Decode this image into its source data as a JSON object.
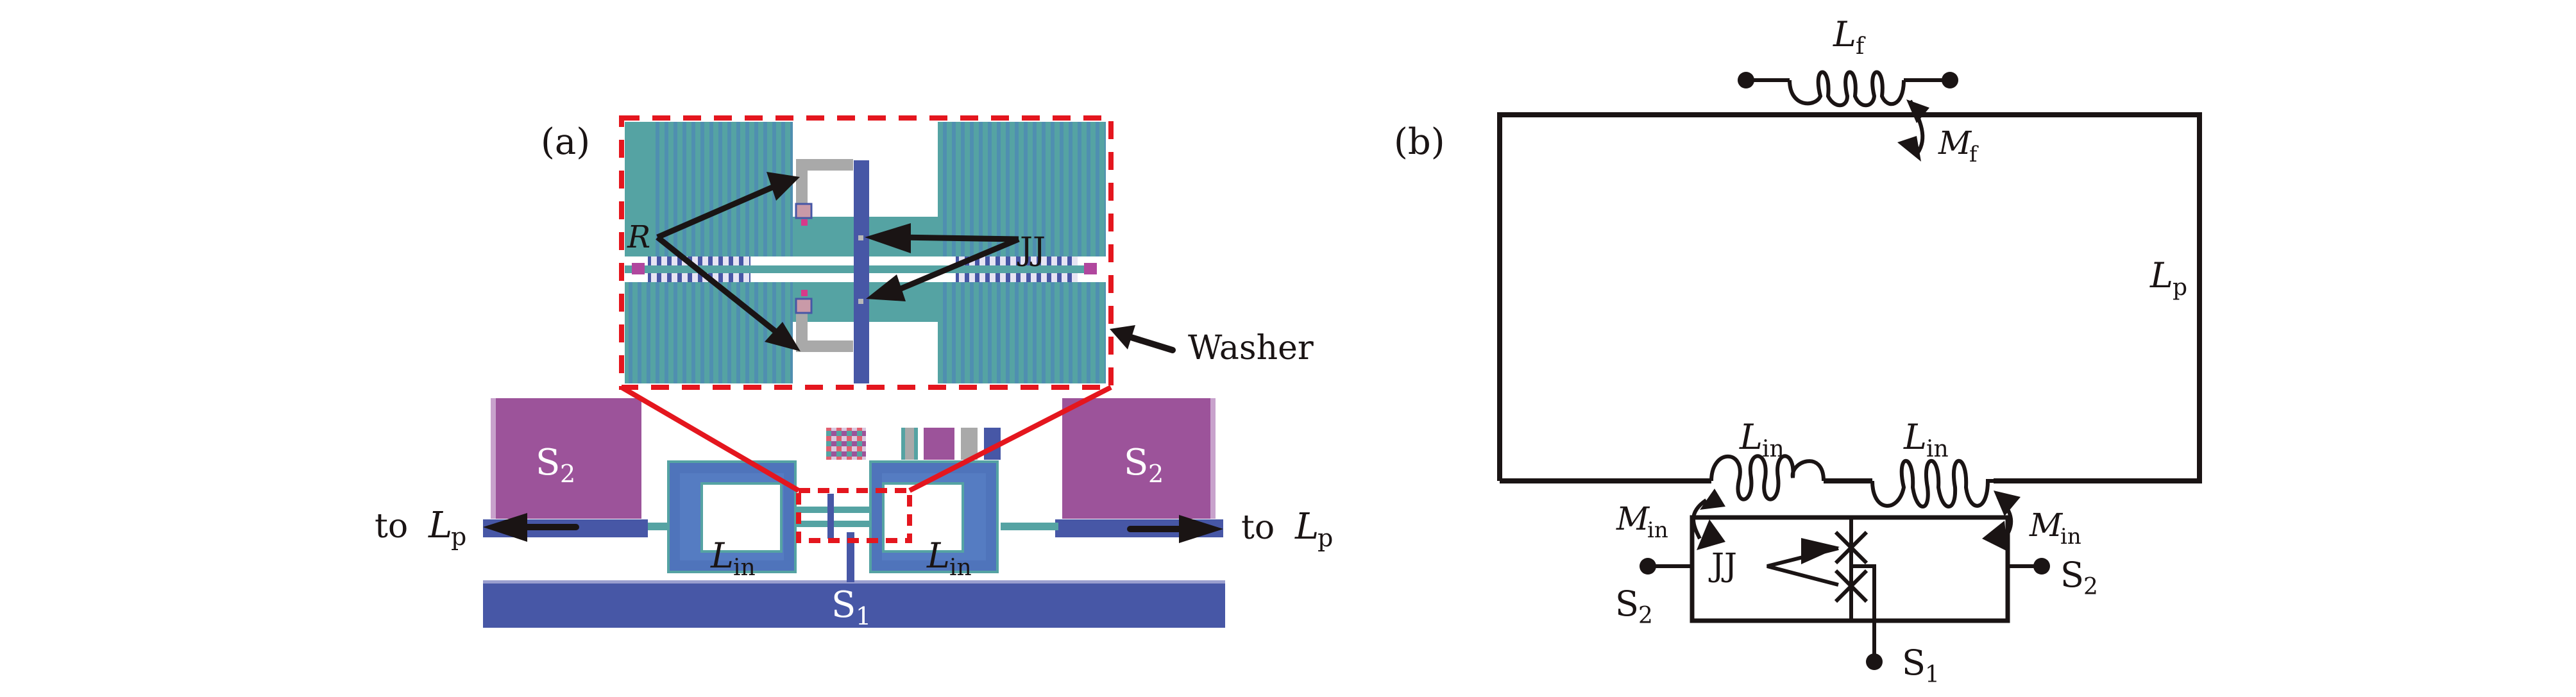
{
  "figure": {
    "panels": [
      {
        "id": "a",
        "panel_label": "(a)",
        "description": "SQUID layout with zoomed inset of junction region",
        "inset_labels": {
          "resistor": "R",
          "junction": "JJ",
          "washer": "Washer"
        },
        "pads": {
          "s2_left": {
            "main": "S",
            "sub": "2"
          },
          "s2_right": {
            "main": "S",
            "sub": "2"
          },
          "s1": {
            "main": "S",
            "sub": "1"
          }
        },
        "coils": {
          "left": {
            "main": "L",
            "sub": "in"
          },
          "right": {
            "main": "L",
            "sub": "in"
          }
        },
        "arrows": {
          "left": {
            "prefix": "to ",
            "main": "L",
            "sub": "p"
          },
          "right": {
            "prefix": "to ",
            "main": "L",
            "sub": "p"
          }
        },
        "colors": {
          "washer_teal": "#55a3a3",
          "washer_stripe": "#4f8fb0",
          "trace_blue": "#4757a6",
          "coil_blue": "#4f74bb",
          "pad_purple": "#9c539a",
          "resistor_gray": "#a9a9a9",
          "highlight_red": "#e4161e"
        }
      },
      {
        "id": "b",
        "panel_label": "(b)",
        "description": "Equivalent circuit",
        "labels": {
          "feedback_inductor": {
            "main": "L",
            "sub": "f"
          },
          "feedback_mutual": {
            "main": "M",
            "sub": "f"
          },
          "pickup_inductor": {
            "main": "L",
            "sub": "p"
          },
          "input_inductor_left": {
            "main": "L",
            "sub": "in"
          },
          "input_inductor_right": {
            "main": "L",
            "sub": "in"
          },
          "input_mutual_left": {
            "main": "M",
            "sub": "in"
          },
          "input_mutual_right": {
            "main": "M",
            "sub": "in"
          },
          "junction": "JJ",
          "s2_left": {
            "main": "S",
            "sub": "2"
          },
          "s2_right": {
            "main": "S",
            "sub": "2"
          },
          "s1": {
            "main": "S",
            "sub": "1"
          }
        }
      }
    ]
  }
}
